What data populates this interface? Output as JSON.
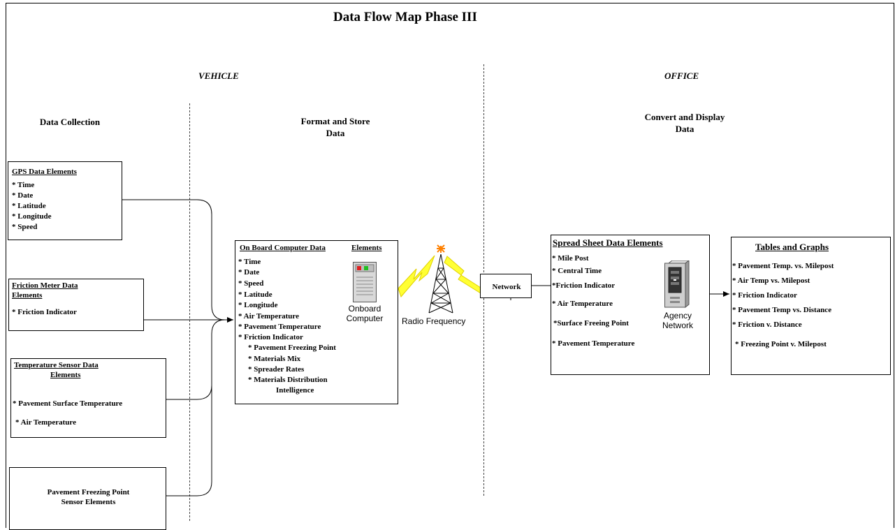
{
  "title": "Data Flow Map Phase III",
  "sections": {
    "vehicle": "VEHICLE",
    "office": "OFFICE"
  },
  "columns": {
    "collection": "Data Collection",
    "format_store": [
      "Format and Store",
      "Data"
    ],
    "convert_display": [
      "Convert and Display",
      "Data"
    ]
  },
  "gps": {
    "title": "GPS Data Elements",
    "items": [
      "* Time",
      "* Date",
      "* Latitude",
      "* Longitude",
      "* Speed"
    ]
  },
  "friction": {
    "title_line1": "Friction Meter Data",
    "title_line2": "Elements",
    "items": [
      "* Friction Indicator"
    ]
  },
  "temperature": {
    "title_line1": "Temperature Sensor Data",
    "title_line2": "Elements",
    "items": [
      "* Pavement Surface Temperature",
      "* Air Temperature"
    ]
  },
  "freezing": {
    "title_line1": "Pavement Freezing Point",
    "title_line2": "Sensor Elements"
  },
  "onboard": {
    "title_left": "On Board Computer Data",
    "title_right": "Elements",
    "items": [
      "* Time",
      "* Date",
      "* Speed",
      "* Latitude",
      "* Longitude",
      "* Air Temperature",
      "* Pavement Temperature",
      "* Friction Indicator"
    ],
    "subitems": [
      "* Pavement Freezing Point",
      "* Materials Mix",
      "* Spreader Rates",
      "* Materials Distribution"
    ],
    "sub_tail": "Intelligence",
    "icon_label": [
      "Onboard",
      "Computer"
    ]
  },
  "radio_label": "Radio Frequency",
  "network_label": "Network",
  "spreadsheet": {
    "title": "Spread Sheet Data Elements",
    "items": [
      "* Mile Post",
      "* Central Time",
      "*Friction Indicator",
      "* Air Temperature",
      "*Surface Freeing Point",
      "* Pavement Temperature"
    ],
    "icon_label": [
      "Agency",
      "Network"
    ]
  },
  "tables": {
    "title": "Tables and Graphs",
    "items": [
      "* Pavement Temp. vs. Milepost",
      "* Air Temp vs. Milepost",
      "* Friction Indicator",
      "* Pavement Temp vs. Distance",
      "* Friction v. Distance",
      "* Freezing Point v. Milepost"
    ]
  }
}
